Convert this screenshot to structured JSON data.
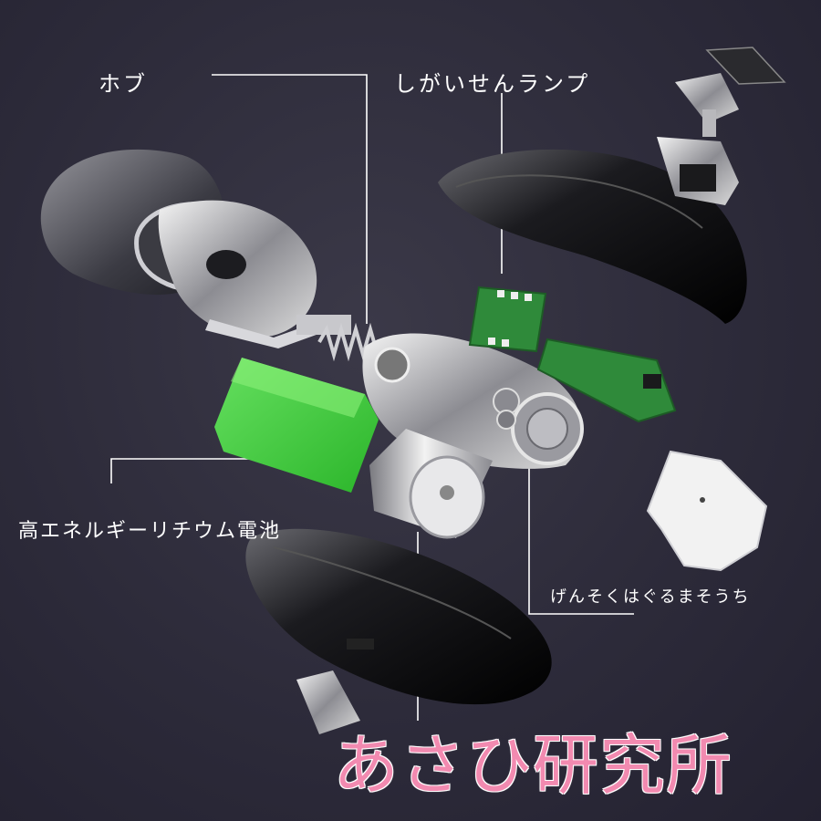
{
  "labels": {
    "hub": "ホブ",
    "uv_lamp": "しがいせんランプ",
    "battery": "高エネルギーリチウム電池",
    "gear_unit": "げんそくはぐるまそうち"
  },
  "watermark": "あさひ研究所",
  "colors": {
    "background": "#2d2b3a",
    "battery_green": "#3fd03a",
    "circuit_green": "#2f8a3a",
    "watermark_pink": "#f28ab0",
    "leader_line": "#ffffff"
  }
}
